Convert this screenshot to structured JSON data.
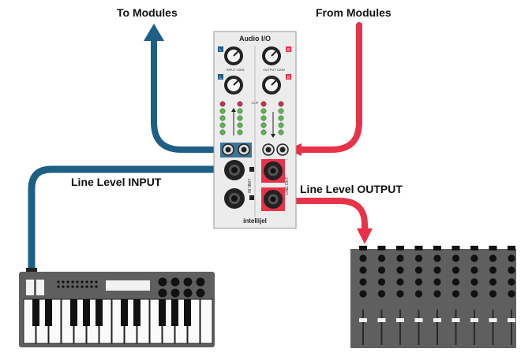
{
  "labels": {
    "to_modules": "To Modules",
    "from_modules": "From Modules",
    "line_level_input": "Line Level INPUT",
    "line_level_output": "Line Level OUTPUT"
  },
  "module": {
    "title": "Audio I/O",
    "brand": "intellijel",
    "input_gain_label": "INPUT GAIN",
    "output_gain_label": "OUTPUT GAIN",
    "left_badge": "L",
    "right_badge": "R",
    "line_in_label": "LINE IN",
    "line_out_label": "LINE OUT",
    "clip_label": "CLIP"
  },
  "colors": {
    "input_cable": "#1e5f86",
    "output_cable": "#e8324a",
    "panel": "#ececec",
    "device": "#5f5f5f",
    "led_green": "#58b84a",
    "led_red": "#c8304a"
  }
}
